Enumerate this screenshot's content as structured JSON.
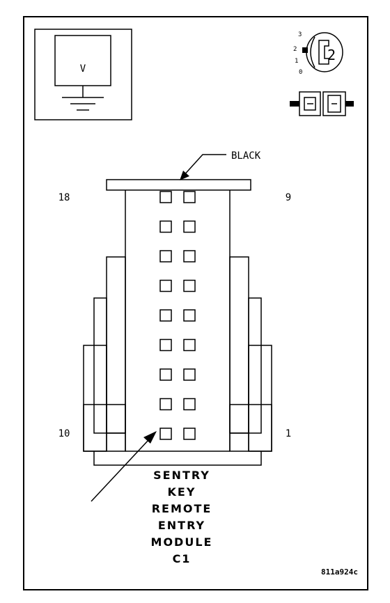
{
  "legend": {
    "meter_symbol": "V",
    "meter_icon": "voltmeter-ground-icon",
    "ignition_icon": "ignition-switch-icon",
    "ignition_positions": [
      "3",
      "2",
      "1",
      "0"
    ],
    "ignition_knob": "2",
    "connector_icon": "connector-icon"
  },
  "connector": {
    "color_label": "BLACK",
    "pin_labels": {
      "top_left": "18",
      "top_right": "9",
      "bottom_left": "10",
      "bottom_right": "1"
    },
    "rows": 9,
    "columns": 2
  },
  "title_lines": [
    "SENTRY",
    "KEY",
    "REMOTE",
    "ENTRY",
    "MODULE",
    "C1"
  ],
  "figure_code": "811a924c"
}
